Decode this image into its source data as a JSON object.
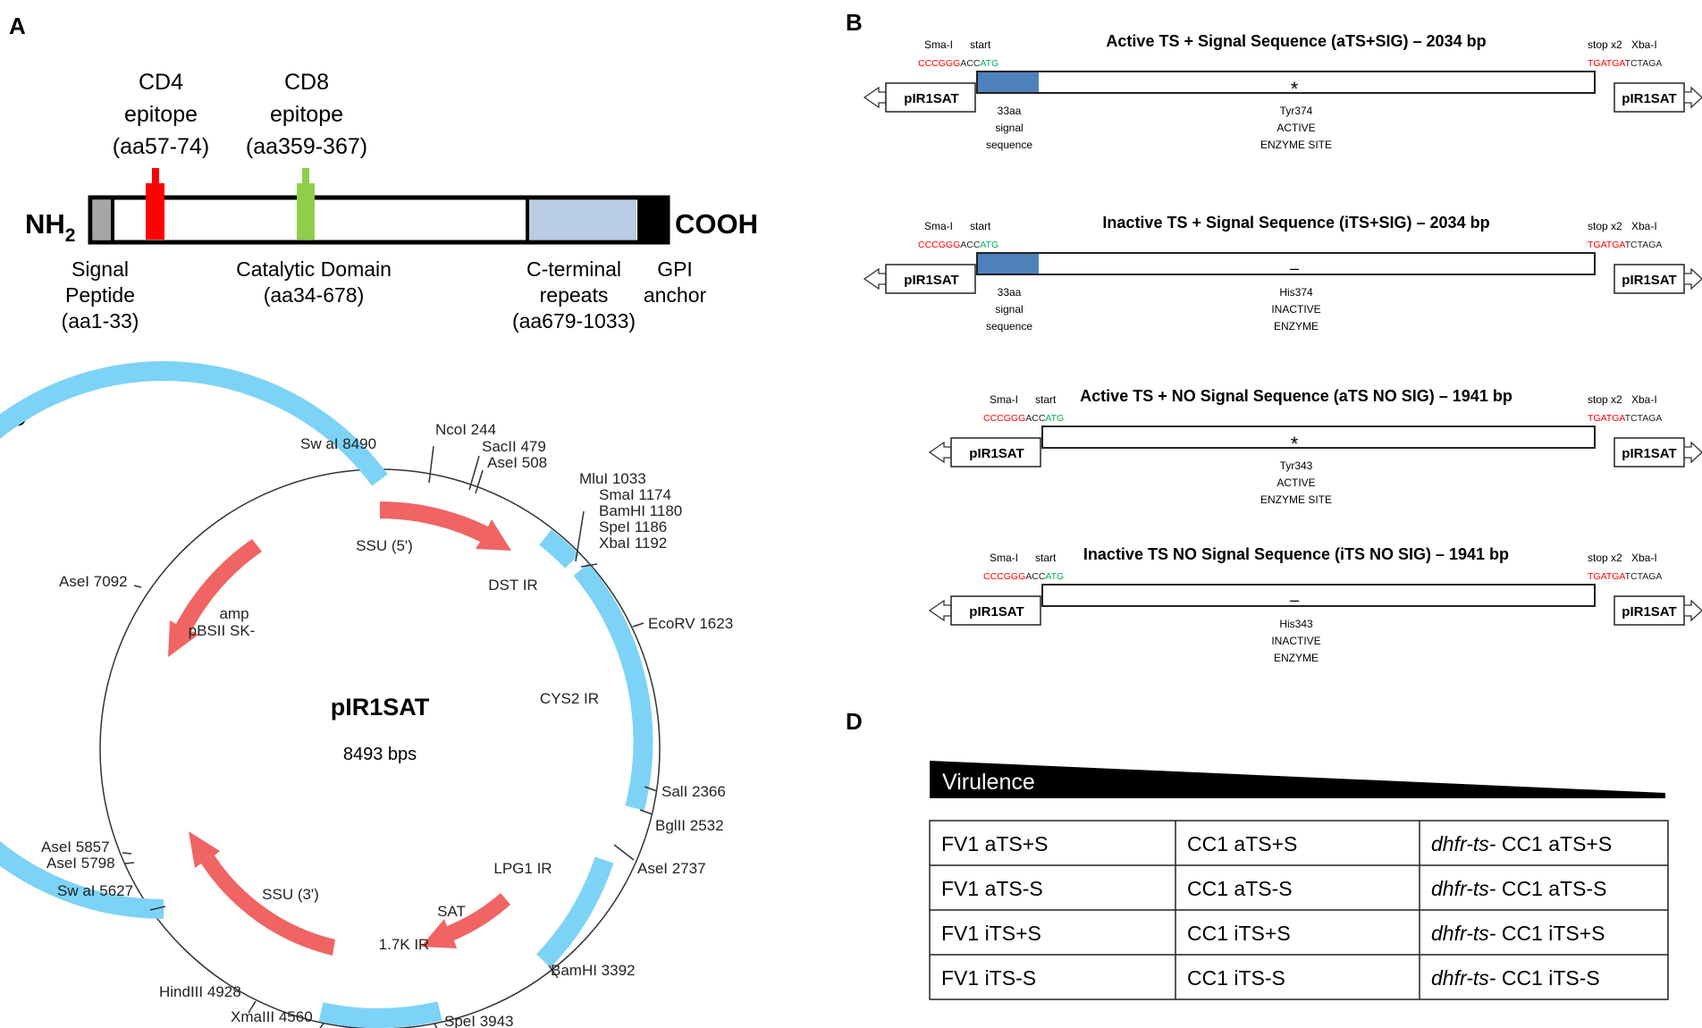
{
  "panel_a": {
    "letter": "A",
    "nh2": "NH",
    "nh2_sub": "2",
    "cooh": "COOH",
    "cd4": [
      "CD4",
      "epitope",
      "(aa57-74)"
    ],
    "cd8": [
      "CD8",
      "epitope",
      "(aa359-367)"
    ],
    "signal": [
      "Signal",
      "Peptide",
      "(aa1-33)"
    ],
    "catalytic": [
      "Catalytic Domain",
      "(aa34-678)"
    ],
    "cterm": [
      "C-terminal",
      "repeats",
      "(aa679-1033)"
    ],
    "gpi": [
      "GPI",
      "anchor"
    ],
    "colors": {
      "signal": "#a6a6a6",
      "cd4": "#ff0000",
      "cd8": "#8fce4a",
      "repeats": "#b8cce4",
      "gpi": "#000000"
    }
  },
  "panel_b": {
    "letter": "B",
    "plasmid": "pIR1SAT",
    "constructs": [
      {
        "title": "Active TS + Signal Sequence (aTS+SIG) – 2034 bp",
        "sma": "Sma-I",
        "start": "start",
        "seq_red": "CCCGGG",
        "seq_black": "ACC",
        "seq_green": "ATG",
        "stop": "stop x2",
        "xba": "Xba-I",
        "stop_red": "TGATGA",
        "stop_black": "TCTAGA",
        "mark": "*",
        "sig": [
          "33aa",
          "signal",
          "sequence"
        ],
        "site": [
          "Tyr374",
          "ACTIVE",
          "ENZYME SITE"
        ]
      },
      {
        "title": "Inactive TS + Signal Sequence (iTS+SIG) – 2034 bp",
        "sma": "Sma-I",
        "start": "start",
        "seq_red": "CCCGGG",
        "seq_black": "ACC",
        "seq_green": "ATG",
        "stop": "stop x2",
        "xba": "Xba-I",
        "stop_red": "TGATGA",
        "stop_black": "TCTAGA",
        "mark": "–",
        "sig": [
          "33aa",
          "signal",
          "sequence"
        ],
        "site": [
          "His374",
          "INACTIVE",
          "ENZYME"
        ]
      },
      {
        "title": "Active TS + NO Signal Sequence (aTS NO SIG) – 1941 bp",
        "sma": "Sma-I",
        "start": "start",
        "seq_red": "CCCGGG",
        "seq_black": "ACC",
        "seq_green": "ATG",
        "stop": "stop x2",
        "xba": "Xba-I",
        "stop_red": "TGATGA",
        "stop_black": "TCTAGA",
        "mark": "*",
        "sig": [],
        "site": [
          "Tyr343",
          "ACTIVE",
          "ENZYME SITE"
        ]
      },
      {
        "title": "Inactive TS  NO Signal Sequence (iTS NO SIG) – 1941 bp",
        "sma": "Sma-I",
        "start": "start",
        "seq_red": "CCCGGG",
        "seq_black": "ACC",
        "seq_green": "ATG",
        "stop": "stop x2",
        "xba": "Xba-I",
        "stop_red": "TGATGA",
        "stop_black": "TCTAGA",
        "mark": "–",
        "sig": [],
        "site": [
          "His343",
          "INACTIVE",
          "ENZYME"
        ]
      }
    ],
    "colors": {
      "signal_box": "#4f81bd",
      "red": "#ff0000",
      "green": "#00b050"
    }
  },
  "panel_c": {
    "letter": "C",
    "name": "pIR1SAT",
    "size": "8493 bps",
    "sites": {
      "swa8490": "Sw aI 8490",
      "nco": "NcoI 244",
      "sac": "SacII 479",
      "ase508": "AseI 508",
      "mlu": "MluI 1033",
      "sma": "SmaI 1174",
      "bam1180": "BamHI 1180",
      "spe1186": "SpeI 1186",
      "xba": "XbaI 1192",
      "ecorv": "EcoRV 1623",
      "sal": "SalI 2366",
      "bgl": "BglII 2532",
      "ase2737": "AseI 2737",
      "bam3392": "BamHI 3392",
      "spe3943": "SpeI 3943",
      "xma": "XmaIII 4560",
      "hind": "HindIII 4928",
      "swa5627": "Sw aI 5627",
      "ase5798": "AseI 5798",
      "ase5857": "AseI 5857",
      "ase7092": "AseI 7092"
    },
    "features": {
      "ssu5": "SSU (5')",
      "dst": "DST IR",
      "cys2": "CYS2 IR",
      "lpg1": "LPG1 IR",
      "sat": "SAT",
      "ir17": "1.7K IR",
      "ssu3": "SSU (3')",
      "amp": "amp",
      "pbs": "pBSII SK-"
    },
    "colors": {
      "segment": "#7dd3f5",
      "arrow": "#f06464"
    }
  },
  "panel_d": {
    "letter": "D",
    "gradient_label": "Virulence",
    "rows": [
      [
        {
          "plain": "FV1 aTS+S"
        },
        {
          "plain": "CC1 aTS+S"
        },
        {
          "ital": "dhfr-ts-",
          "plain": " CC1 aTS+S"
        }
      ],
      [
        {
          "plain": "FV1 aTS-S"
        },
        {
          "plain": "CC1 aTS-S"
        },
        {
          "ital": "dhfr-ts-",
          "plain": " CC1 aTS-S"
        }
      ],
      [
        {
          "plain": "FV1 iTS+S"
        },
        {
          "plain": "CC1 iTS+S"
        },
        {
          "ital": "dhfr-ts-",
          "plain": " CC1 iTS+S"
        }
      ],
      [
        {
          "plain": "FV1 iTS-S"
        },
        {
          "plain": "CC1 iTS-S"
        },
        {
          "ital": "dhfr-ts-",
          "plain": " CC1 iTS-S"
        }
      ]
    ]
  }
}
